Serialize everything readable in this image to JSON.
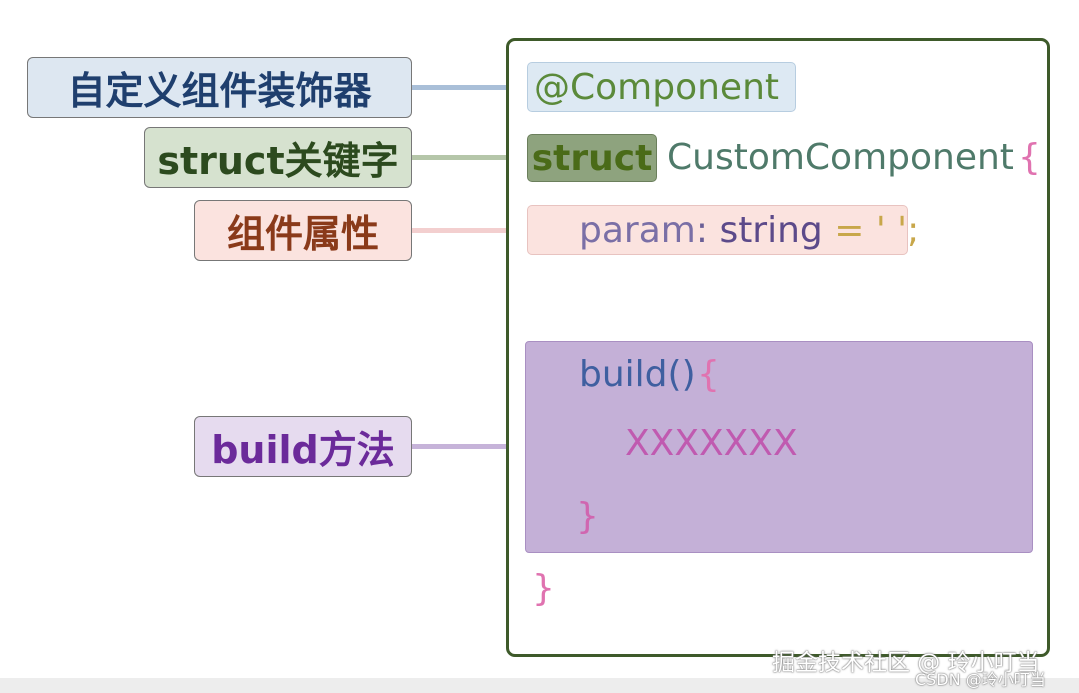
{
  "labels": {
    "decorator": "自定义组件装饰器",
    "struct": "struct关键字",
    "props": "组件属性",
    "build": "build方法"
  },
  "code": {
    "decorator": "@Component",
    "struct_kw": "struct",
    "component_name": "CustomComponent",
    "brace_open": "{",
    "param_name": "param",
    "param_colon": ":",
    "param_type": "string",
    "param_value": "= ' ';",
    "build_call": "build()",
    "build_brace_open": "{",
    "build_body": "XXXXXXX",
    "build_brace_close": "}",
    "brace_close": "}"
  },
  "watermark": {
    "line1": "掘金技术社区 @ 玲小叮当",
    "line2": "CSDN @玲小叮当"
  },
  "colors": {
    "frame_border": "#3e5a2a",
    "decorator_bg": "#dde7f1",
    "struct_bg": "#d6e2cf",
    "props_bg": "#fbe3df",
    "build_bg": "#c4b0d7"
  }
}
